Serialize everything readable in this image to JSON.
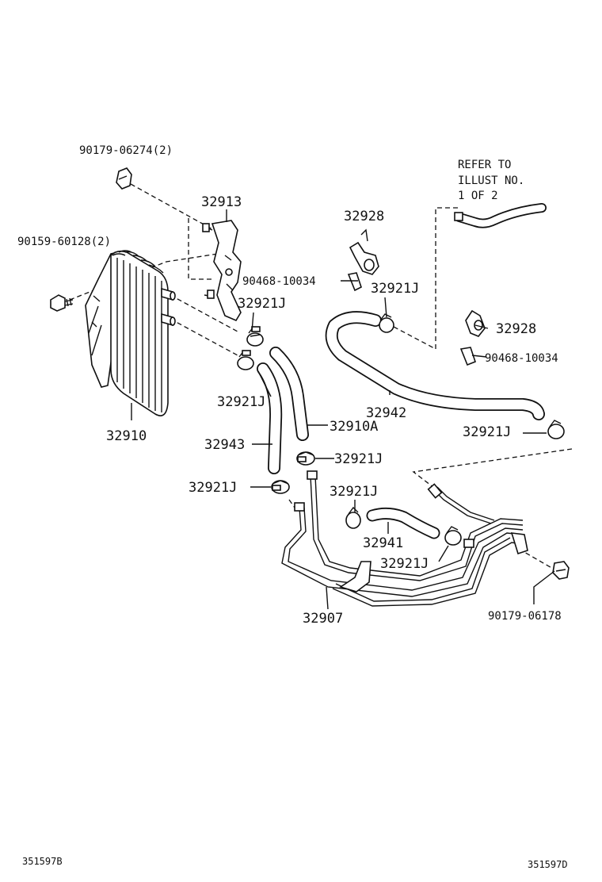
{
  "labels": {
    "clip_top": "90179-06274(2)",
    "bolt": "90159-60128(2)",
    "bracket": "32913",
    "cooler": "32910",
    "clamp_cooler_upper": "32921J",
    "clamp_cooler_lower": "32921J",
    "hose_32943": "32943",
    "hose_32910a": "32910A",
    "clamp_mid": "32921J",
    "clamp_left_lower": "32921J",
    "clamp_hose_32941": "32921J",
    "hose_32941": "32941",
    "clamp_pipe_right": "32921J",
    "pipe_assy": "32907",
    "clip_bottom": "90179-06178",
    "clamp_holder_upper": "32928",
    "clip_upper": "90468-10034",
    "clamp_upper_hose": "32921J",
    "hose_32942": "32942",
    "clamp_holder_right": "32928",
    "clip_right": "90468-10034",
    "clamp_right_hose_end": "32921J",
    "refer_line1": "REFER TO",
    "refer_line2": "ILLUST NO.",
    "refer_line3": "1 OF 2",
    "code_left": "351597B",
    "code_right": "351597D"
  }
}
